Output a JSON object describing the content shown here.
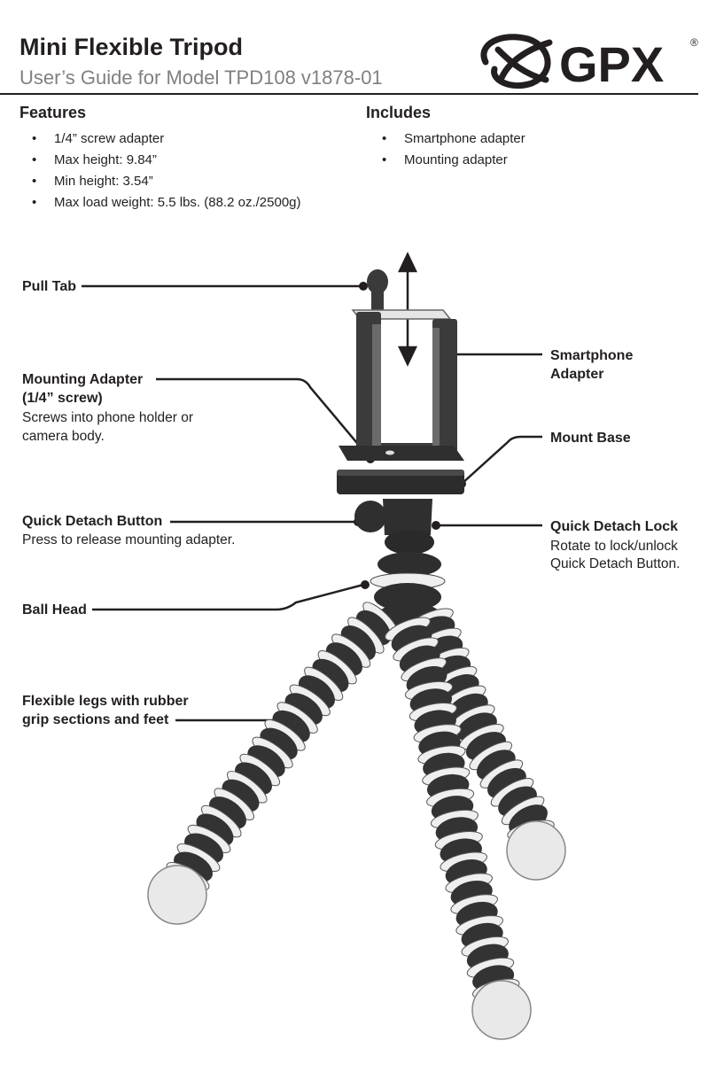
{
  "header": {
    "title": "Mini Flexible Tripod",
    "subtitle": "User’s Guide for Model TPD108 v1878-01",
    "brand": "GPX",
    "trademark": "®"
  },
  "features": {
    "heading": "Features",
    "items": [
      "1/4” screw adapter",
      "Max height: 9.84”",
      "Min height: 3.54”",
      "Max load weight: 5.5 lbs. (88.2 oz./2500g)"
    ]
  },
  "includes": {
    "heading": "Includes",
    "items": [
      "Smartphone adapter",
      "Mounting adapter"
    ]
  },
  "callouts": {
    "pull_tab": "Pull Tab",
    "mounting_adapter": "Mounting Adapter",
    "mounting_adapter_sub": "(1/4” screw)",
    "mounting_adapter_desc_1": "Screws into phone holder or",
    "mounting_adapter_desc_2": "camera body.",
    "quick_detach_button": "Quick Detach Button",
    "quick_detach_button_desc": "Press to release mounting adapter.",
    "ball_head": "Ball Head",
    "flexible_legs_1": "Flexible legs with rubber",
    "flexible_legs_2": "grip sections and feet",
    "smartphone_adapter_1": "Smartphone",
    "smartphone_adapter_2": "Adapter",
    "mount_base": "Mount Base",
    "quick_detach_lock": "Quick Detach Lock",
    "quick_detach_lock_desc_1": "Rotate to lock/unlock",
    "quick_detach_lock_desc_2": "Quick Detach Button."
  },
  "colors": {
    "text": "#231f20",
    "subtitle": "#808080",
    "leg_dark": "#333333",
    "leg_light": "#efefef"
  }
}
